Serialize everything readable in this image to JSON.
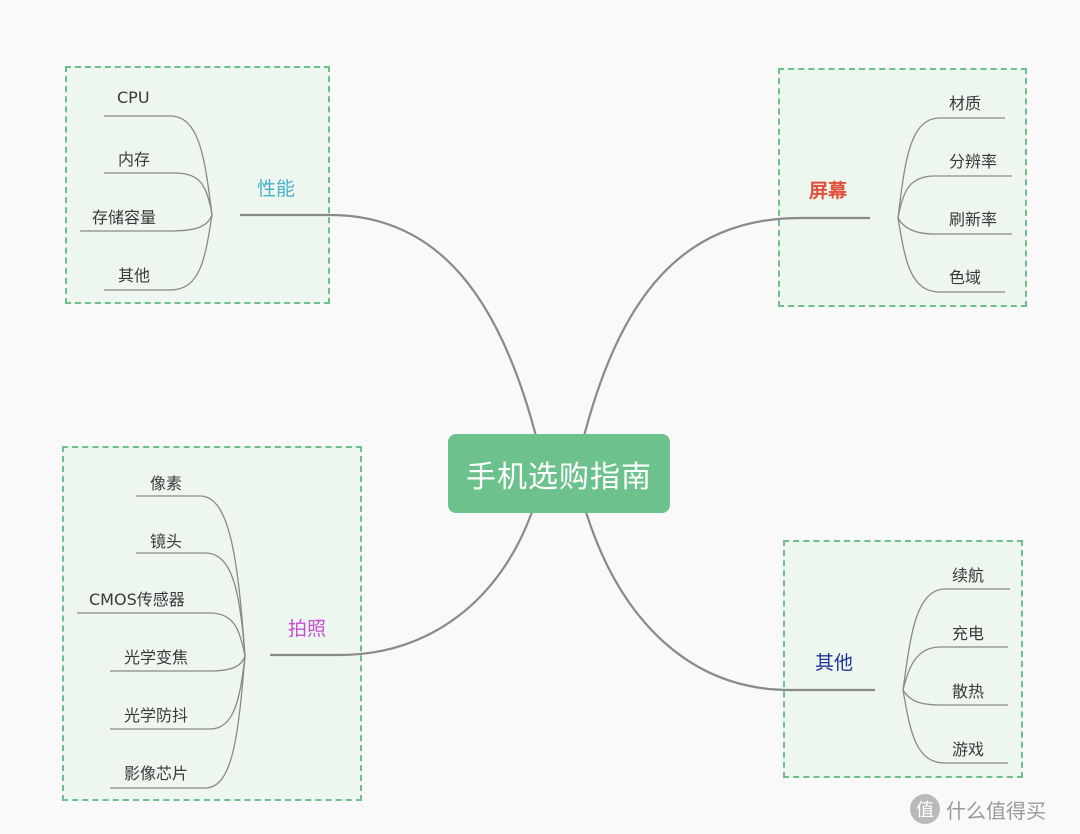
{
  "center": "手机选购指南",
  "branches": {
    "performance": {
      "topic": "性能",
      "color": "#48b3c8",
      "leaves": [
        "CPU",
        "内存",
        "存储容量",
        "其他"
      ]
    },
    "screen": {
      "topic": "屏幕",
      "color": "#e0513c",
      "leaves": [
        "材质",
        "分辨率",
        "刷新率",
        "色域"
      ]
    },
    "camera": {
      "topic": "拍照",
      "color": "#c94fd2",
      "leaves": [
        "像素",
        "镜头",
        "CMOS传感器",
        "光学变焦",
        "光学防抖",
        "影像芯片"
      ]
    },
    "other": {
      "topic": "其他",
      "color": "#23349a",
      "leaves": [
        "续航",
        "充电",
        "散热",
        "游戏"
      ]
    }
  },
  "colors": {
    "box_border": "#6dbf8c",
    "box_fill": "#edf6ef",
    "center_fill": "#6dc18c",
    "line": "#8a8a8a"
  },
  "watermark": {
    "icon": "value-icon",
    "glyph": "值",
    "text": "什么值得买"
  }
}
